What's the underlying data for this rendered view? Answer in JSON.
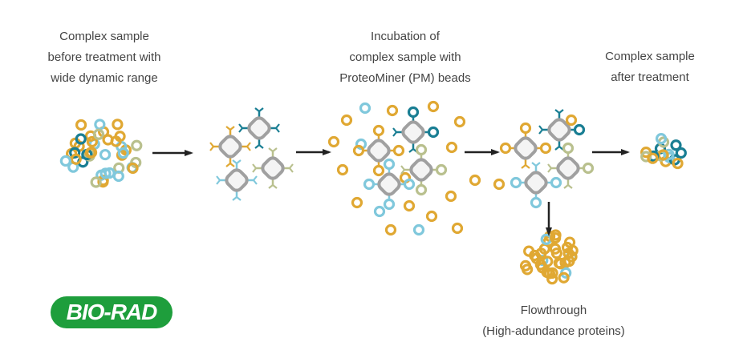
{
  "labels": {
    "before": "Complex sample\nbefore treatment with\nwide dynamic range",
    "incubation": "Incubation of\ncomplex sample with\nProteoMiner (PM) beads",
    "after": "Complex sample\nafter treatment",
    "flowthrough": "Flowthrough\n(High-adundance proteins)"
  },
  "logo": {
    "text": "BIO-RAD"
  },
  "colors": {
    "gold": "#e0a833",
    "light_blue": "#80c8dc",
    "teal": "#197e93",
    "olive": "#b9c08e",
    "bead": "#a0a0a0",
    "arrow": "#222222",
    "logo_green": "#1e9e3c"
  }
}
